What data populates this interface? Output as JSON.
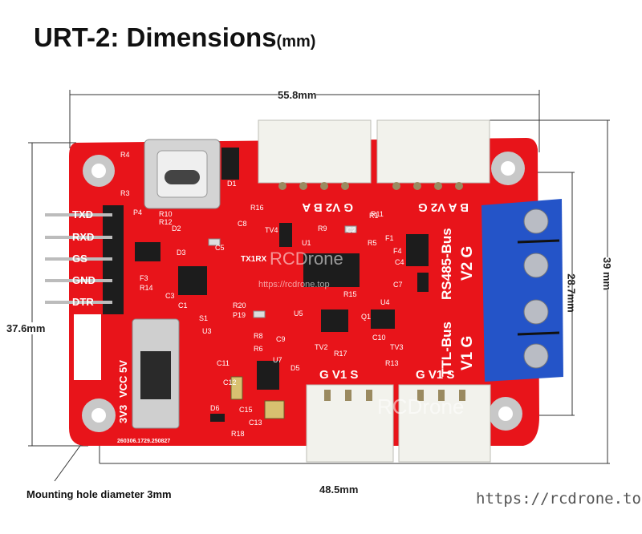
{
  "title": {
    "main": "URT-2: Dimensions",
    "unit": "(mm)"
  },
  "dimensions": {
    "width_top": "55.8mm",
    "width_bottom": "48.5mm",
    "height_right": "39 mm",
    "height_left": "37.6mm",
    "terminal_spacing": "28.7mm"
  },
  "mounting_note": "Mounting hole diameter 3mm",
  "website": "https://rcdrone.top/",
  "watermark": "RCDrone",
  "watermark_url": "https://rcdrone.top",
  "board": {
    "name": "URT-2",
    "ttl_bus": "TTL-Bus",
    "rs485_bus": "RS485-Bus",
    "top_left_connector_pins": "G  V2  B   A",
    "top_right_connector_pins": "B   A   V2  G",
    "terminal_pins_upper": "V2   G",
    "terminal_pins_lower": "V1   G",
    "bottom_connector_pins_left": "G  V1  S",
    "bottom_connector_pins_right": "G  V1  S",
    "header_pins": [
      "TXD",
      "RXD",
      "GS",
      "GND",
      "DTR"
    ],
    "switch_labels": "VCC 5V",
    "switch_labels_low": "3V3",
    "led_label": "TX1RX",
    "serial": "260306.1729.250827",
    "components": [
      "R4",
      "R3",
      "P4",
      "R10",
      "R12",
      "D1",
      "R16",
      "C8",
      "TV4",
      "R1",
      "R9",
      "C2",
      "U1",
      "R5",
      "F1",
      "F4",
      "C4",
      "D2",
      "D3",
      "C5",
      "U3",
      "F3",
      "R14",
      "C3",
      "C1",
      "S1",
      "R20",
      "P19",
      "U5",
      "R15",
      "C7",
      "Q1",
      "R8",
      "R6",
      "C9",
      "TV2",
      "R17",
      "R13",
      "TV3",
      "C10",
      "C11",
      "U7",
      "D5",
      "C12",
      "C15",
      "C13",
      "D6",
      "R18",
      "U4",
      "R11"
    ]
  },
  "colors": {
    "pcb": "#e8141a",
    "terminal_block": "#2454c8",
    "connector": "#f2f2ec",
    "chip": "#1c1c1c",
    "dim_line": "#333333"
  }
}
